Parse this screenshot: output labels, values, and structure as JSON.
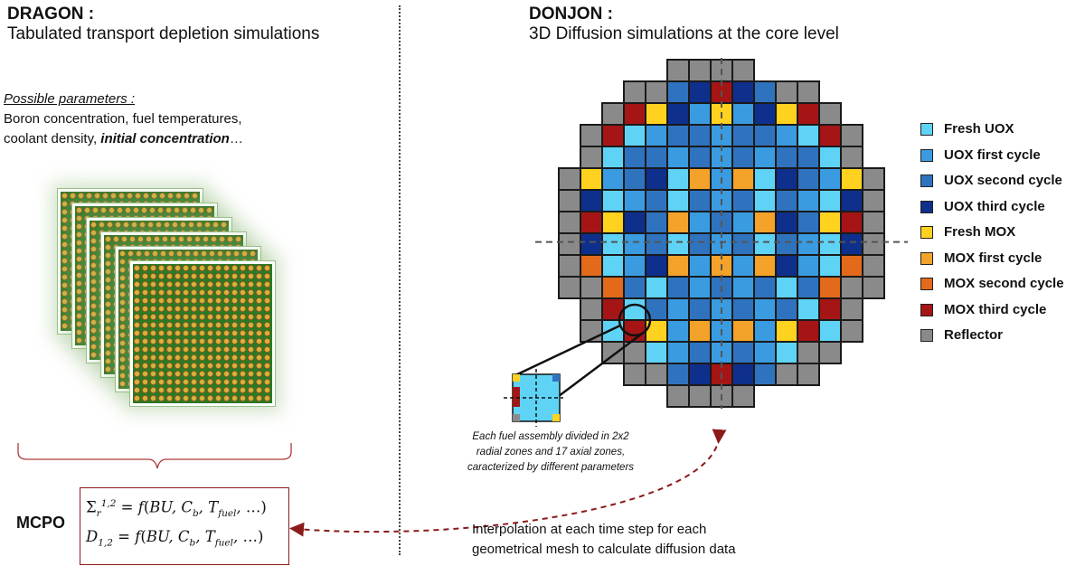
{
  "left_panel": {
    "heading": "DRAGON :",
    "subheading": "Tabulated transport depletion simulations",
    "params_title": "Possible parameters :",
    "params_line1": "Boron concentration, fuel temperatures,",
    "params_line2_prefix": "coolant density, ",
    "params_line2_emphasis": "initial concentration",
    "params_line2_suffix": "…",
    "mcpo_label": "MCPO",
    "mcpo_equations": {
      "eq1_var": "Σ",
      "eq1_sub": "r",
      "eq1_sup": "1,2",
      "eq2_var": "D",
      "eq2_sub": "1,2",
      "rhs_f": "f",
      "rhs_bu": "BU",
      "rhs_c": "C",
      "rhs_c_sub": "b",
      "rhs_t": "T",
      "rhs_t_sub": "fuel",
      "rhs_tail": "…",
      "ellipsis": "…"
    }
  },
  "right_panel": {
    "heading": "DONJON :",
    "subheading": "3D Diffusion simulations at the core level",
    "caption_line1": "Each fuel assembly divided in 2x2",
    "caption_line2": "radial zones and 17 axial zones,",
    "caption_line3": "caracterized by different parameters",
    "interp_line1": "Interpolation at each time step for each",
    "interp_line2": "geometrical mesh to calculate diffusion data"
  },
  "legend": [
    {
      "key": "B",
      "label": "Fresh UOX",
      "color": "#5fd3f5"
    },
    {
      "key": "S",
      "label": "UOX first cycle",
      "color": "#3a9be0"
    },
    {
      "key": "M",
      "label": "UOX second cycle",
      "color": "#2f73bf"
    },
    {
      "key": "N",
      "label": "UOX third cycle",
      "color": "#0e2f8c"
    },
    {
      "key": "Y",
      "label": "Fresh MOX",
      "color": "#ffd21f"
    },
    {
      "key": "O",
      "label": "MOX first cycle",
      "color": "#f3a22a"
    },
    {
      "key": "E",
      "label": "MOX second cycle",
      "color": "#e26a1a"
    },
    {
      "key": "R",
      "label": "MOX third cycle",
      "color": "#a51515"
    },
    {
      "key": "G",
      "label": "Reflector",
      "color": "#8a8a8a"
    }
  ],
  "core_map": [
    "......GGGG.......",
    "....GGMNRNMGG....",
    "...GRYNSYSNYRG...",
    "..GRBSMMSMMSBRG..",
    "..GBMMSMSMSMMBG..",
    ".GYSMNBOSOBNMSYG.",
    ".GNBSMBMSMBMSBNG.",
    ".GRYNMOSMSONMYRG.",
    ".GNBSMBMSMBMSBNG.",
    ".GEBSNOSOSONSBEG.",
    ".GGEMBMSMSMBMEGG.",
    "..GRBMSMSMSMBRG..",
    "..GBRYSOSOSYRBG..",
    "...GGBSMSMSBGG...",
    "....GGMNRNMGG....",
    "......GGGG......."
  ]
}
